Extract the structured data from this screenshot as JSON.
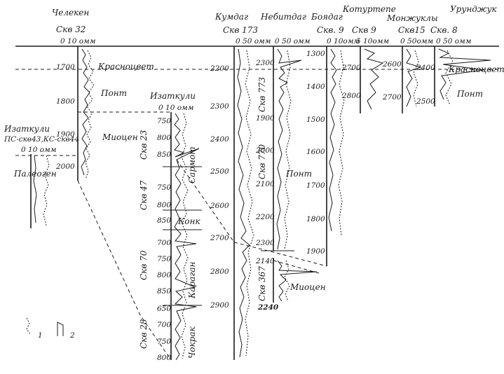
{
  "wells": [
    {
      "id": "chelek",
      "name": "Челекен",
      "sub": "Скв 32",
      "scale": "0  10 омм",
      "depths": [
        "1700",
        "1800",
        "1900",
        "2000"
      ]
    },
    {
      "id": "izat1",
      "name": "Изаткули",
      "sub": "ПС-скв43,КС-скв44",
      "scale": "0  10 омм"
    },
    {
      "id": "izat2",
      "name": "Изаткули",
      "scale": "0  10 омм",
      "depths": [
        "750",
        "800",
        "850",
        "750",
        "800",
        "850",
        "700",
        "750",
        "800",
        "850",
        "650",
        "700",
        "750",
        "800"
      ]
    },
    {
      "id": "kumdag",
      "name": "Кумдаг",
      "sub": "Скв 173",
      "scale": "0   50 омм",
      "depths": [
        "2200",
        "2300",
        "2400",
        "2500",
        "2600",
        "2700",
        "2800",
        "2900"
      ]
    },
    {
      "id": "nebit",
      "name": "Небитдаг",
      "scale": "0  50 омм",
      "depths": [
        "2300",
        "1900",
        "2000",
        "2100",
        "2200",
        "2300",
        "2140",
        "2240"
      ]
    },
    {
      "id": "boyad",
      "name": "Боядаг",
      "sub": "Скв. 9",
      "scale": "0  10омм",
      "depths": [
        "1300",
        "1400",
        "1500",
        "1600",
        "1700",
        "1800",
        "1900"
      ]
    },
    {
      "id": "katur",
      "name": "Котуртепе",
      "sub": "Скв 9",
      "scale": "5 10омм",
      "depths": [
        "2700",
        "2800"
      ]
    },
    {
      "id": "monzh",
      "name": "Монжуклы",
      "sub": "Скв15",
      "scale": "0  50омм",
      "depths": [
        "2600",
        "2700"
      ]
    },
    {
      "id": "urun",
      "name": "Урунджук",
      "sub": "Скв. 8",
      "scale": "0  50 омм",
      "depths": [
        "2400",
        "2500"
      ]
    }
  ],
  "sub_wells": [
    "Скв 23",
    "Скв 47",
    "Скв 70",
    "Скв 28",
    "Скв 773",
    "Скв 770",
    "Скв 367"
  ],
  "horizons": {
    "krasnotsvet": "Красноцвет",
    "pont": "Понт",
    "miotsen": "Миоцен",
    "paleogen": "Палеоген",
    "sarm": "Сарм",
    "ot": "от",
    "konk": "Конк",
    "karagan": "Караган",
    "chokrak": "Чокрак"
  },
  "legend": {
    "item1": "1",
    "item2": "2"
  }
}
